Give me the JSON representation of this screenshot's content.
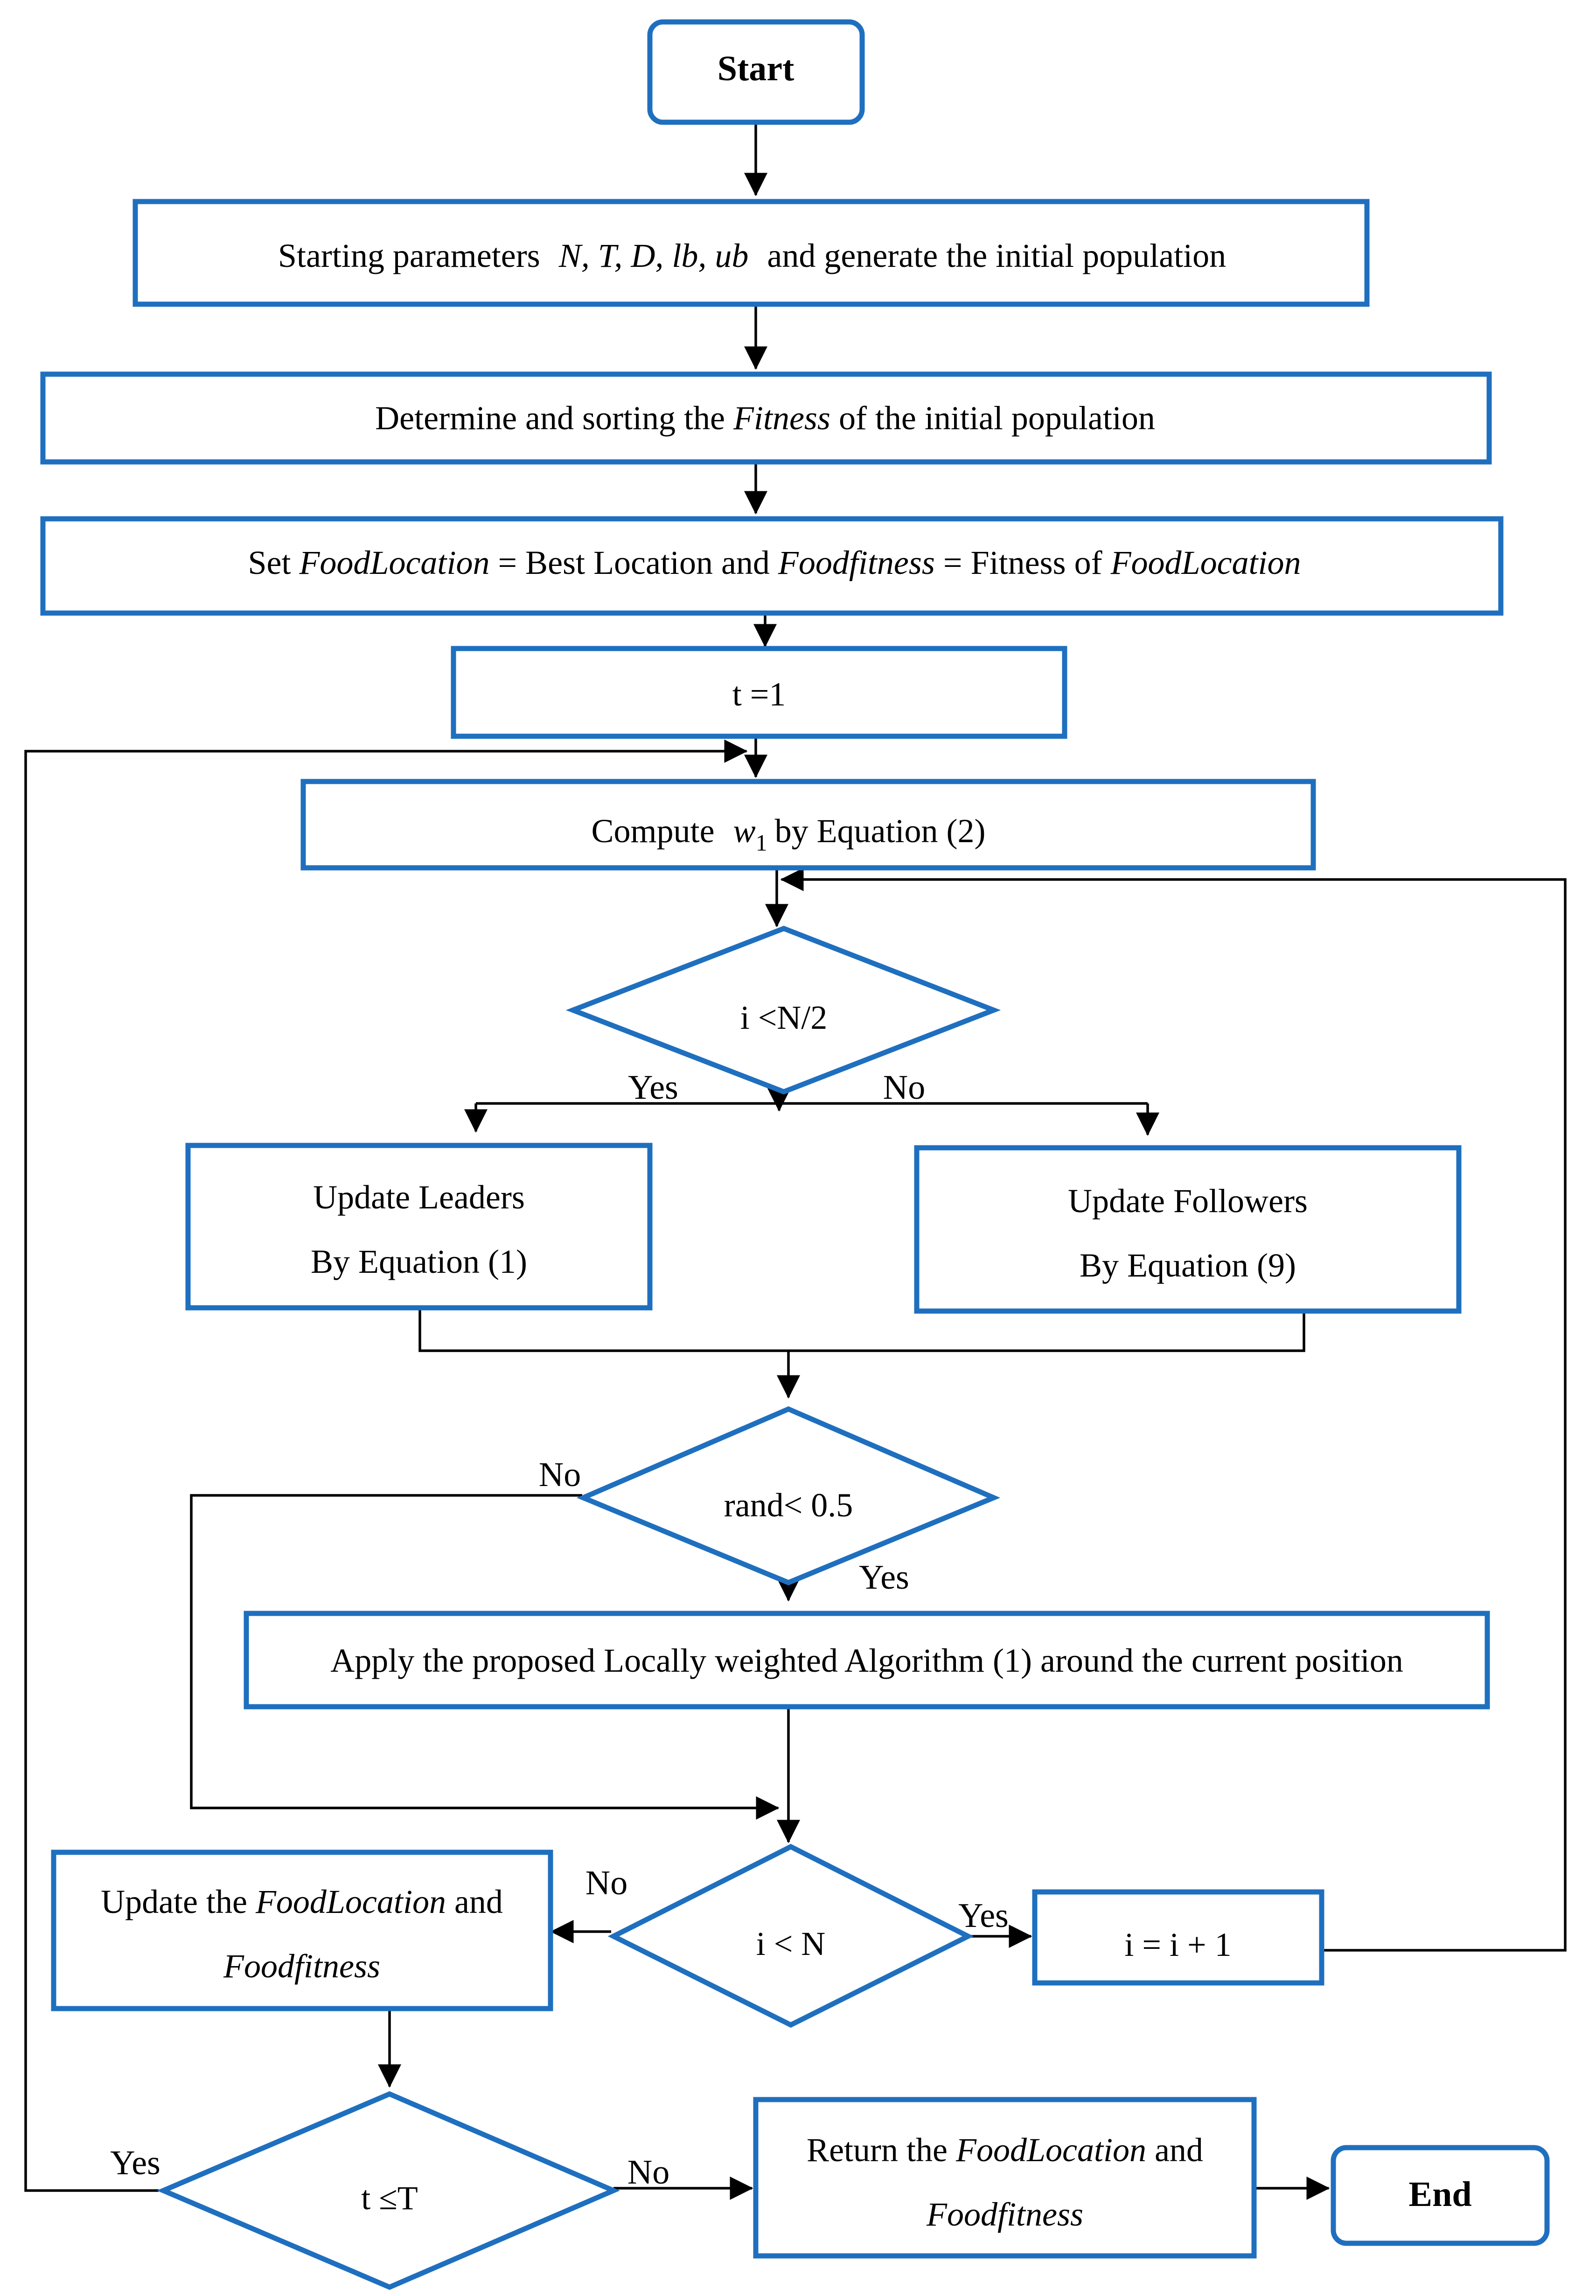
{
  "colors": {
    "shape_stroke": "#1f6fbf",
    "line": "#000000",
    "background": "#ffffff"
  },
  "nodes": {
    "start": "Start",
    "params": {
      "prefix": "Starting parameters",
      "vars": "N, T, D, lb, ub",
      "suffix": "and generate the initial population"
    },
    "fitness": {
      "prefix": "Determine and sorting the",
      "term": "Fitness",
      "suffix": "of the initial population"
    },
    "setfood": {
      "set": "Set",
      "foodloc": "FoodLocation",
      "mid": "= Best Location and",
      "foodfit": "Foodfitness",
      "mid2": "= Fitness of",
      "foodloc2": "FoodLocation"
    },
    "t_init": "t =1",
    "compute_w1": {
      "prefix": "Compute",
      "var": "w",
      "sub": "1",
      "suffix": "by Equation (2)"
    },
    "cond_half": "i <N/2",
    "leaders": {
      "line1": "Update Leaders",
      "line2": "By Equation (1)"
    },
    "followers": {
      "line1": "Update Followers",
      "line2": "By Equation (9)"
    },
    "cond_rand": "rand< 0.5",
    "apply_lwa": "Apply the proposed Locally weighted Algorithm (1) around the current position",
    "cond_n": "i < N",
    "incr": "i = i + 1",
    "update_food": {
      "prefix": "Update the",
      "foodloc": "FoodLocation",
      "and": "and",
      "foodfit": "Foodfitness"
    },
    "cond_t": "t ≤T",
    "return_food": {
      "prefix": "Return the",
      "foodloc": "FoodLocation",
      "and": "and",
      "foodfit": "Foodfitness"
    },
    "end": "End"
  },
  "edge_labels": {
    "half_yes": "Yes",
    "half_no": "No",
    "rand_no": "No",
    "rand_yes": "Yes",
    "n_no": "No",
    "n_yes": "Yes",
    "t_yes": "Yes",
    "t_no": "No"
  }
}
